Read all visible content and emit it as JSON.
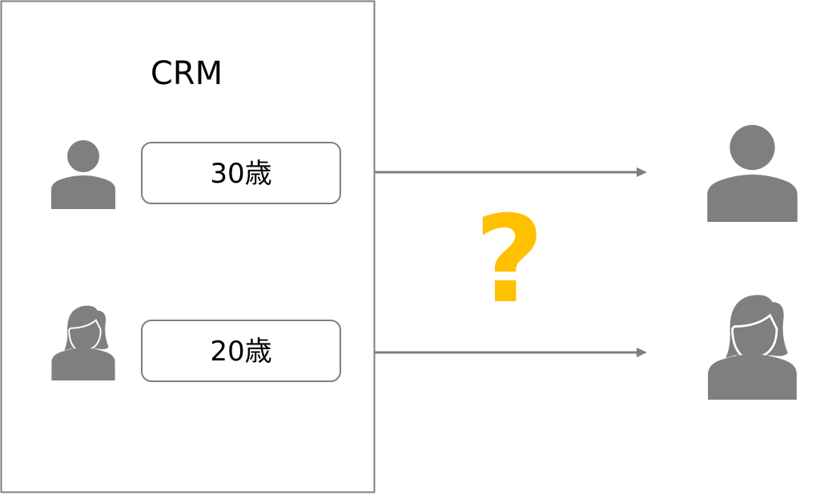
{
  "crm": {
    "title": "CRM"
  },
  "records": [
    {
      "age_label": "30歳",
      "person": "male"
    },
    {
      "age_label": "20歳",
      "person": "female"
    }
  ],
  "question_mark": "?",
  "colors": {
    "icon": "#7f7f7f",
    "border": "#7f7f7f",
    "question": "#FFC000",
    "arrow": "#7f7f7f"
  }
}
